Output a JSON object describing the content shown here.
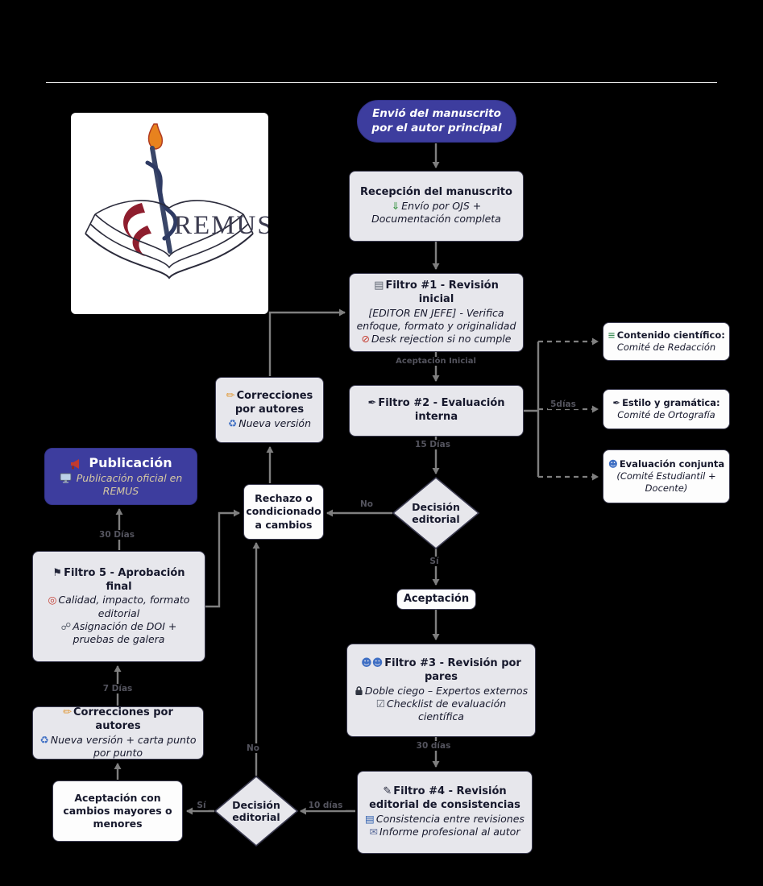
{
  "logo": {
    "text": "REMUS"
  },
  "icons": {
    "inbox": "⇓",
    "page": "▤",
    "no_entry": "⊘",
    "pen": "✒",
    "books": "≡",
    "person": "☻",
    "persons": "☻☻",
    "pencil": "✏",
    "refresh": "♻",
    "flag": "⚑",
    "target": "◎",
    "link": "☍",
    "check": "☑",
    "book": "▤",
    "mail": "✉",
    "memo": "✎"
  },
  "nodes": {
    "start": {
      "title": "Envió del manuscrito por el autor principal"
    },
    "recepcion": {
      "title": "Recepción del manuscrito",
      "desc1": "Envío por OJS +",
      "desc2": "Documentación completa"
    },
    "filtro1": {
      "title": "Filtro #1 - Revisión inicial",
      "desc": "[EDITOR EN JEFE] - Verifica enfoque, formato y originalidad",
      "desk": "Desk rejection si no cumple"
    },
    "filtro2": {
      "title": "Filtro #2 - Evaluación interna"
    },
    "comite_redaccion": {
      "title": "Contenido científico:",
      "desc": "Comité de Redacción"
    },
    "comite_ortografia": {
      "title": "Estilo y gramática:",
      "desc": "Comité de Ortografía"
    },
    "comite_conjunta": {
      "title": "Evaluación conjunta",
      "desc": "(Comité Estudiantil + Docente)"
    },
    "decision1": {
      "title": "Decisión editorial"
    },
    "rechazo": {
      "title": "Rechazo o condicionado a cambios"
    },
    "correcciones_mid": {
      "title": "Correcciones por autores",
      "desc": "Nueva versión"
    },
    "aceptacion": {
      "title": "Aceptación"
    },
    "filtro3": {
      "title": "Filtro #3 - Revisión por pares",
      "desc1": "Doble ciego – Expertos externos",
      "desc2": "Checklist de evaluación científica"
    },
    "filtro4": {
      "title": "Filtro #4 - Revisión editorial de consistencias",
      "desc1": "Consistencia entre revisiones",
      "desc2": "Informe profesional al autor"
    },
    "decision2": {
      "title": "Decisión editorial"
    },
    "aceptacion_cambios": {
      "title": "Aceptación con cambios mayores o menores"
    },
    "correcciones_bottom": {
      "title": "Correcciones por autores",
      "desc": "Nueva versión + carta punto por punto"
    },
    "filtro5": {
      "title": "Filtro 5 - Aprobación final",
      "desc1": "Calidad, impacto, formato editorial",
      "desc2": "Asignación de DOI + pruebas de galera"
    },
    "publicacion": {
      "title": "Publicación",
      "desc": "Publicación oficial en REMUS"
    }
  },
  "edge_labels": {
    "aceptacion_inicial": "Aceptación Inicial",
    "dias15": "15 Días",
    "si1": "Sí",
    "no1": "No",
    "dias30_abajo": "30 días",
    "dias10": "10 días",
    "si2": "Sí",
    "no2": "No",
    "dias7": "7 Días",
    "dias30_arriba": "30 Días",
    "dias5": "5días"
  },
  "colors": {
    "accent": "#3d3d9e",
    "node_bg": "#e7e7ec",
    "border": "#3a3a4f",
    "arrow": "#7f7f7f",
    "pub_text": "#d6c9a3"
  }
}
